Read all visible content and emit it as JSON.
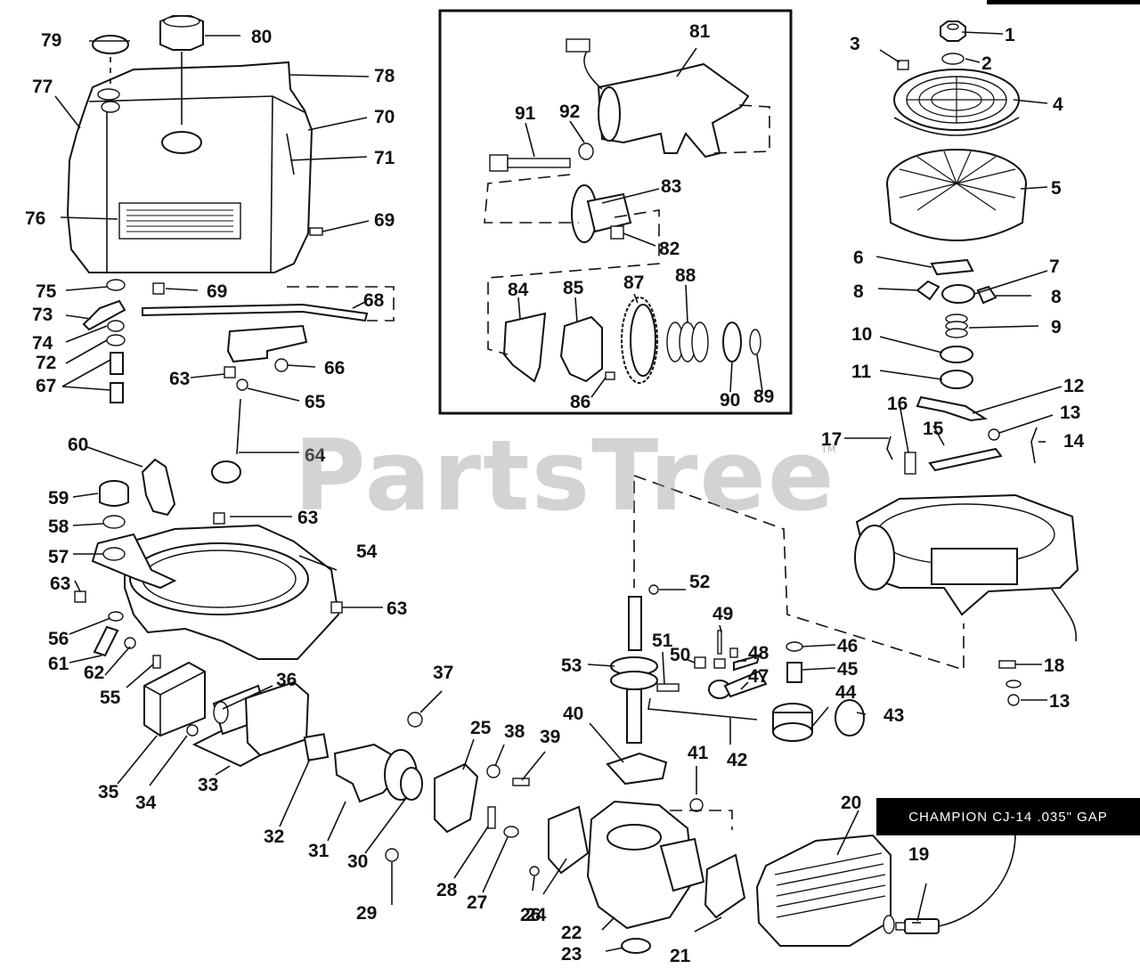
{
  "watermark": "PartsTree",
  "trademark": "TM",
  "spark_plug_callout": "CHAMPION CJ-14 .035\" GAP",
  "part_numbers": [
    "1",
    "2",
    "3",
    "4",
    "5",
    "6",
    "7",
    "8",
    "8",
    "9",
    "10",
    "11",
    "12",
    "13",
    "14",
    "15",
    "16",
    "17",
    "18",
    "13",
    "19",
    "20",
    "21",
    "22",
    "23",
    "24",
    "25",
    "26",
    "27",
    "28",
    "29",
    "30",
    "31",
    "32",
    "33",
    "34",
    "35",
    "36",
    "37",
    "38",
    "39",
    "40",
    "41",
    "42",
    "43",
    "44",
    "45",
    "46",
    "47",
    "48",
    "49",
    "50",
    "51",
    "52",
    "53",
    "54",
    "55",
    "56",
    "57",
    "58",
    "59",
    "60",
    "61",
    "62",
    "63",
    "63",
    "63",
    "63",
    "64",
    "65",
    "66",
    "67",
    "68",
    "69",
    "69",
    "70",
    "71",
    "72",
    "73",
    "74",
    "75",
    "76",
    "77",
    "78",
    "79",
    "80",
    "81",
    "82",
    "83",
    "84",
    "85",
    "86",
    "87",
    "88",
    "89",
    "90",
    "91",
    "92"
  ]
}
